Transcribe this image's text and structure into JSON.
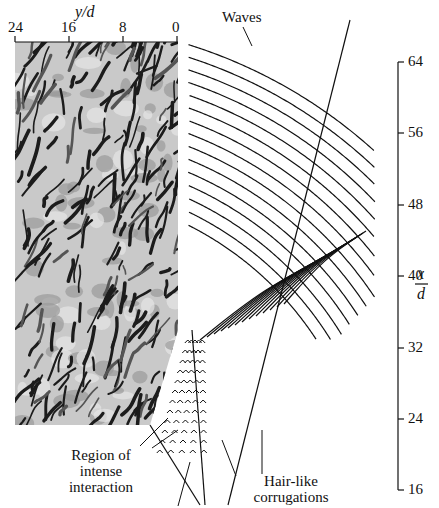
{
  "diagram": {
    "labels": [
      "y/d",
      "24",
      "16",
      "8",
      "0",
      "Waves",
      "64",
      "56",
      "48",
      "40",
      "32",
      "24",
      "16",
      "x",
      "d",
      "Region of intense interaction",
      "Hair-like corrugations"
    ]
  }
}
